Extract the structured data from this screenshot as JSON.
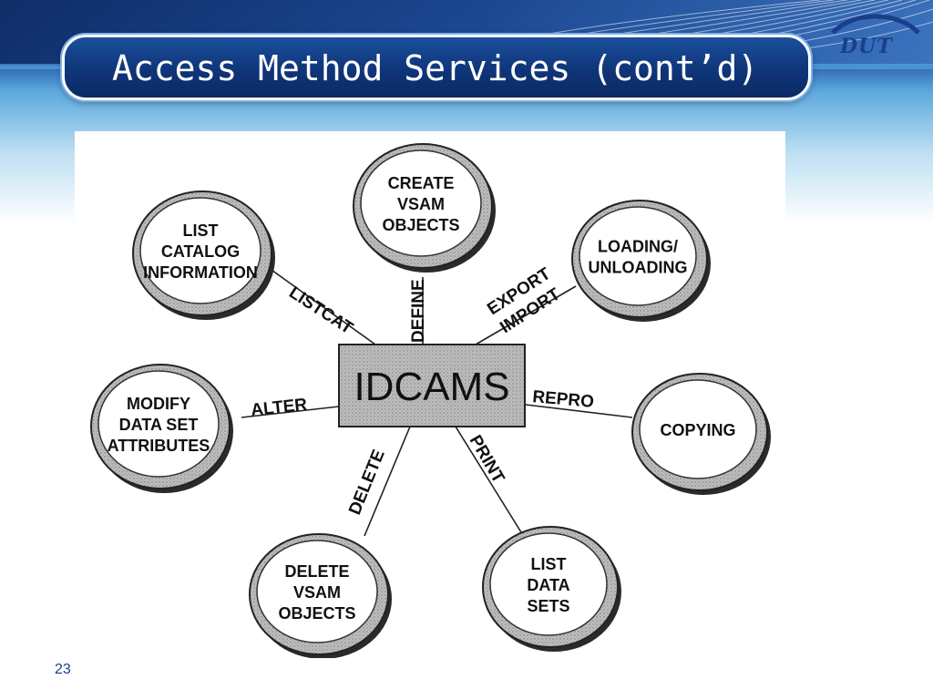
{
  "slide": {
    "title": "Access Method Services (cont’d)",
    "page_number": "23",
    "logo_text": "DUT",
    "colors": {
      "title_bg": "#0f3579",
      "accent": "#4aa0dc",
      "text_dark": "#111111"
    }
  },
  "diagram": {
    "center": {
      "id": "idcams",
      "label": "IDCAMS"
    },
    "nodes": [
      {
        "id": "create-vsam-objects",
        "lines": [
          "CREATE",
          "VSAM",
          "OBJECTS"
        ],
        "command": "DEFINE"
      },
      {
        "id": "loading-unloading",
        "lines": [
          "LOADING/",
          "UNLOADING"
        ],
        "command_lines": [
          "EXPORT",
          "IMPORT"
        ]
      },
      {
        "id": "copying",
        "lines": [
          "COPYING"
        ],
        "command": "REPRO"
      },
      {
        "id": "list-data-sets",
        "lines": [
          "LIST",
          "DATA",
          "SETS"
        ],
        "command": "PRINT"
      },
      {
        "id": "delete-vsam-objects",
        "lines": [
          "DELETE",
          "VSAM",
          "OBJECTS"
        ],
        "command": "DELETE"
      },
      {
        "id": "modify-data-set-attributes",
        "lines": [
          "MODIFY",
          "DATA SET",
          "ATTRIBUTES"
        ],
        "command": "ALTER"
      },
      {
        "id": "list-catalog-information",
        "lines": [
          "LIST",
          "CATALOG",
          "INFORMATION"
        ],
        "command": "LISTCAT"
      }
    ]
  }
}
